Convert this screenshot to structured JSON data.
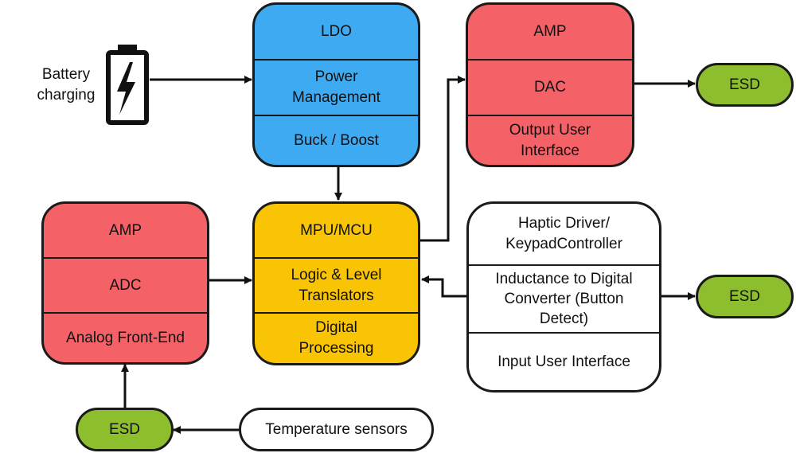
{
  "colors": {
    "power": "#3eaaf2",
    "signal_chain": "#f46267",
    "processor": "#f8c404",
    "esd": "#8dbe2e",
    "line": "#111111"
  },
  "battery": {
    "icon": "battery-charging-icon",
    "label_line1": "Battery",
    "label_line2": "charging"
  },
  "power_block": {
    "ldo": "LDO",
    "power_mgmt_line1": "Power",
    "power_mgmt_line2": "Management",
    "buck_boost": "Buck / Boost"
  },
  "output_block": {
    "amp": "AMP",
    "dac": "DAC",
    "ui_line1": "Output User",
    "ui_line2": "Interface"
  },
  "mcu_block": {
    "mcu": "MPU/MCU",
    "logic_line1": "Logic & Level",
    "logic_line2": "Translators",
    "digital_line1": "Digital",
    "digital_line2": "Processing"
  },
  "input_block": {
    "haptic_line1": "Haptic Driver/",
    "haptic_line2": "KeypadController",
    "ldc_line1": "Inductance to Digital",
    "ldc_line2": "Converter (Button",
    "ldc_line3": "Detect)",
    "input_ui": "Input User Interface"
  },
  "afe_block": {
    "amp": "AMP",
    "adc": "ADC",
    "afe": "Analog Front-End"
  },
  "esd_output": "ESD",
  "esd_input": "ESD",
  "esd_sensor": "ESD",
  "temperature": "Temperature sensors"
}
